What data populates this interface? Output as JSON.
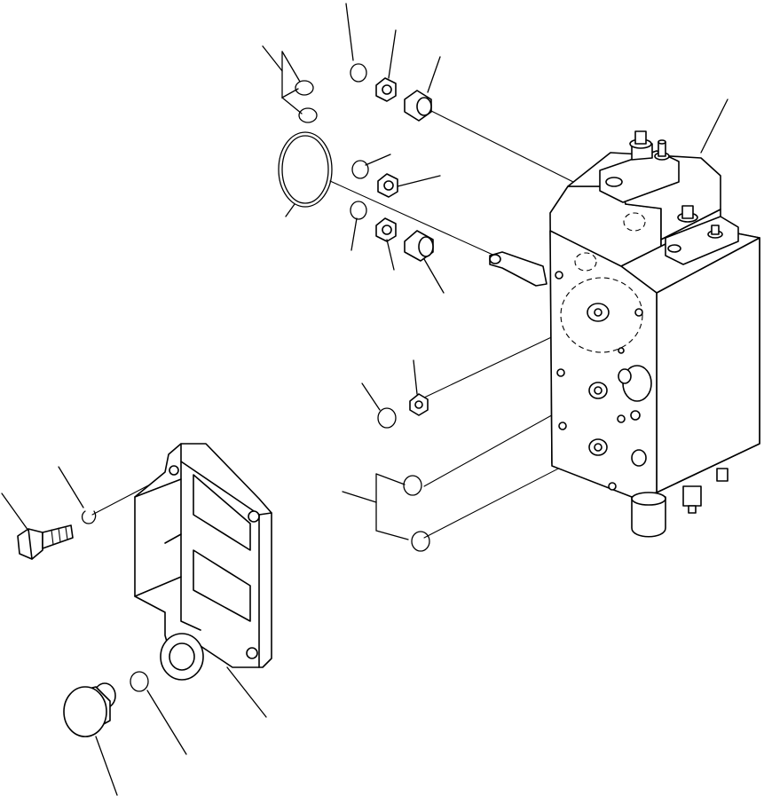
{
  "diagram": {
    "style": "exploded parts drawing, black line art on white",
    "colors": {
      "line": "#000000",
      "background": "#ffffff"
    },
    "assemblies": [
      "valve-body",
      "cover-plate",
      "bolt",
      "washer",
      "plug",
      "o-rings",
      "nuts",
      "sleeves"
    ]
  }
}
